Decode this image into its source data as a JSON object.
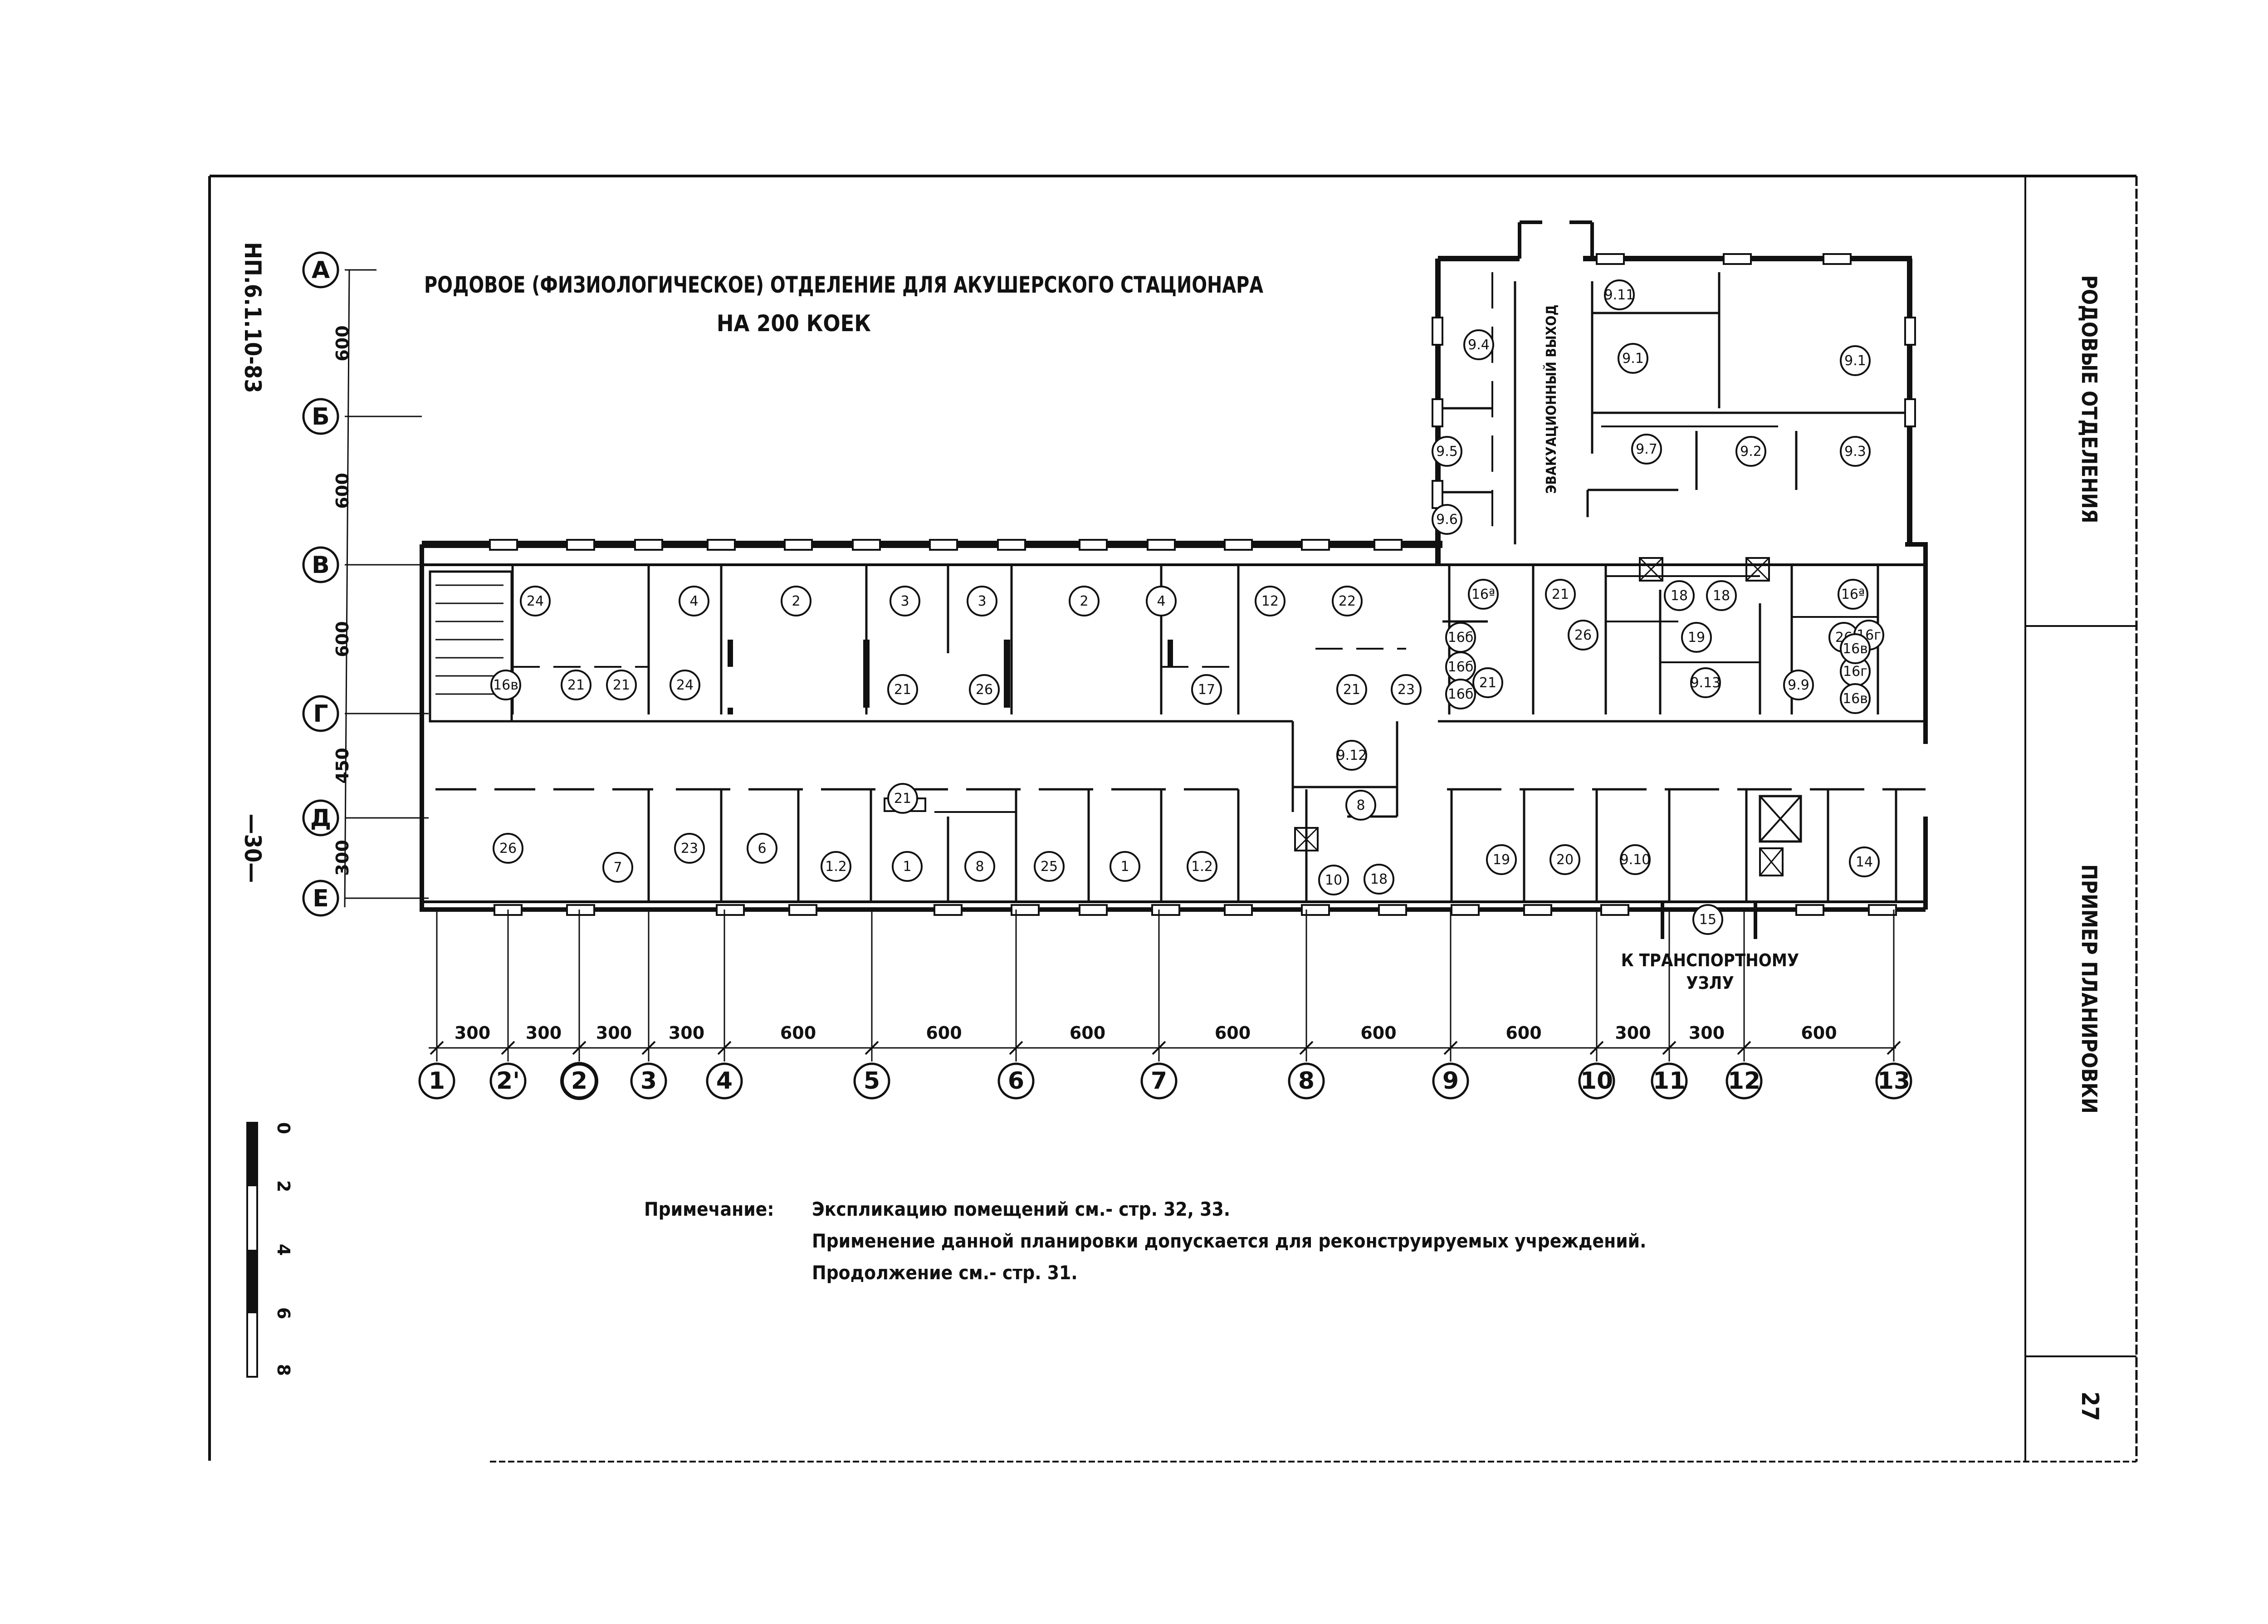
{
  "document": {
    "code": "НП.6.1.10-83",
    "page_number": "—30—",
    "title_line1": "РОДОВОЕ (ФИЗИОЛОГИЧЕСКОЕ) ОТДЕЛЕНИЕ ДЛЯ АКУШЕРСКОГО СТАЦИОНАРА",
    "title_line2": "НА 200 КОЕК",
    "side_title_1": "РОДОВЫЕ ОТДЕЛЕНИЯ",
    "side_title_2": "ПРИМЕР ПЛАНИРОВКИ",
    "side_sheet_number": "27"
  },
  "plan": {
    "row_axes": [
      "А",
      "Б",
      "В",
      "Г",
      "Д",
      "Е"
    ],
    "row_dims": [
      "600",
      "600",
      "600",
      "450",
      "300"
    ],
    "column_axes": [
      "1",
      "2'",
      "2",
      "3",
      "4",
      "5",
      "6",
      "7",
      "8",
      "9",
      "10",
      "11",
      "12",
      "13"
    ],
    "column_dims": [
      "300",
      "300",
      "300",
      "300",
      "600",
      "600",
      "600",
      "600",
      "600",
      "600",
      "300",
      "300",
      "600"
    ],
    "evacuation_label": "ЭВАКУАЦИОННЫЙ ВЫХОД",
    "transport_label_1": "К ТРАНСПОРТНОМУ",
    "transport_label_2": "УЗЛУ",
    "room_numbers": [
      "9.1",
      "9.4",
      "9.1",
      "9.11",
      "9.5",
      "9.7",
      "9.2",
      "9.3",
      "9.6",
      "16ª",
      "21",
      "18",
      "18",
      "16ª",
      "24",
      "4",
      "2",
      "3",
      "3",
      "2",
      "4",
      "12",
      "22",
      "16б",
      "26",
      "16б",
      "16б",
      "19",
      "26",
      "16г",
      "16г",
      "16в",
      "16в",
      "16в",
      "21",
      "21",
      "24",
      "21",
      "26",
      "17",
      "21",
      "23",
      "21",
      "9.13",
      "9.9",
      "9.12",
      "21",
      "8",
      "26",
      "7",
      "23",
      "6",
      "1.2",
      "1",
      "8",
      "25",
      "1",
      "1.2",
      "10",
      "18",
      "19",
      "20",
      "9.10",
      "14",
      "15",
      "21"
    ],
    "scale_ticks": [
      "0",
      "2",
      "4",
      "6",
      "8"
    ]
  },
  "note": {
    "label": "Примечание:",
    "line1": "Экспликацию помещений см.- стр. 32, 33.",
    "line2": "Применение данной планировки допускается для реконструируемых учреждений.",
    "line3": "Продолжение см.- стр. 31."
  }
}
